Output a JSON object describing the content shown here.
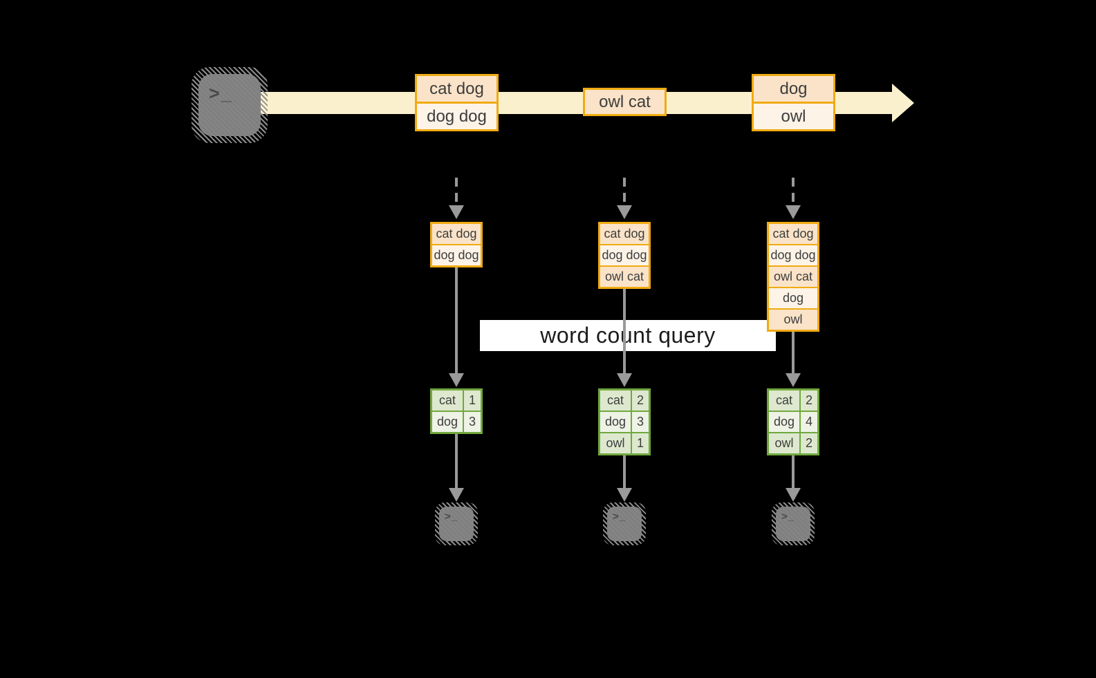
{
  "background_color": "#000000",
  "colors": {
    "stream_band": "#fbf0ce",
    "event_fill_dark": "#fae3c8",
    "event_fill_light": "#fdf3e7",
    "event_border": "#f0ab11",
    "table_border": "#70a83d",
    "table_fill_dark": "#dde8ce",
    "table_fill_light": "#eef3e6",
    "arrow_gray": "#9a9a9a",
    "terminal_gray": "#7f7f7f",
    "query_band_bg": "#ffffff"
  },
  "terminal": {
    "glyph": ">_"
  },
  "query_label": "word count query",
  "stream": {
    "events": [
      {
        "lines": [
          "cat dog",
          "dog dog"
        ]
      },
      {
        "lines": [
          "owl cat"
        ]
      },
      {
        "lines": [
          "dog",
          "owl"
        ]
      }
    ]
  },
  "pipelines": [
    {
      "buffer": [
        "cat dog",
        "dog dog"
      ],
      "counts": [
        {
          "word": "cat",
          "count": "1"
        },
        {
          "word": "dog",
          "count": "3"
        }
      ]
    },
    {
      "buffer": [
        "cat dog",
        "dog dog",
        "owl cat"
      ],
      "counts": [
        {
          "word": "cat",
          "count": "2"
        },
        {
          "word": "dog",
          "count": "3"
        },
        {
          "word": "owl",
          "count": "1"
        }
      ]
    },
    {
      "buffer": [
        "cat dog",
        "dog dog",
        "owl cat",
        "dog",
        "owl"
      ],
      "counts": [
        {
          "word": "cat",
          "count": "2"
        },
        {
          "word": "dog",
          "count": "4"
        },
        {
          "word": "owl",
          "count": "2"
        }
      ]
    }
  ]
}
